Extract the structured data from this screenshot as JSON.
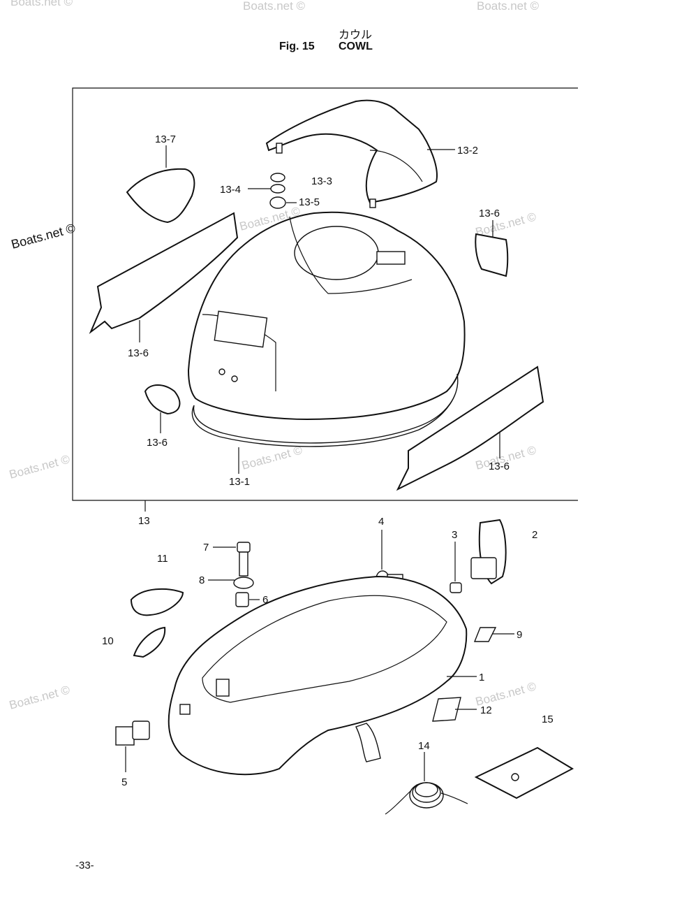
{
  "header": {
    "title_jp": "カウル",
    "fig_label": "Fig. 15",
    "title_en": "COWL"
  },
  "watermark": "Boats.net ©",
  "labels": {
    "p13": "13",
    "p13_1": "13-1",
    "p13_2": "13-2",
    "p13_3": "13-3",
    "p13_4": "13-4",
    "p13_5": "13-5",
    "p13_6a": "13-6",
    "p13_6b": "13-6",
    "p13_6c": "13-6",
    "p13_6d": "13-6",
    "p13_7": "13-7",
    "p1": "1",
    "p2": "2",
    "p3": "3",
    "p4": "4",
    "p5": "5",
    "p6": "6",
    "p7": "7",
    "p8": "8",
    "p9": "9",
    "p10": "10",
    "p11": "11",
    "p12": "12",
    "p14": "14",
    "p15": "15"
  },
  "footer": {
    "page_number": "-33-"
  }
}
